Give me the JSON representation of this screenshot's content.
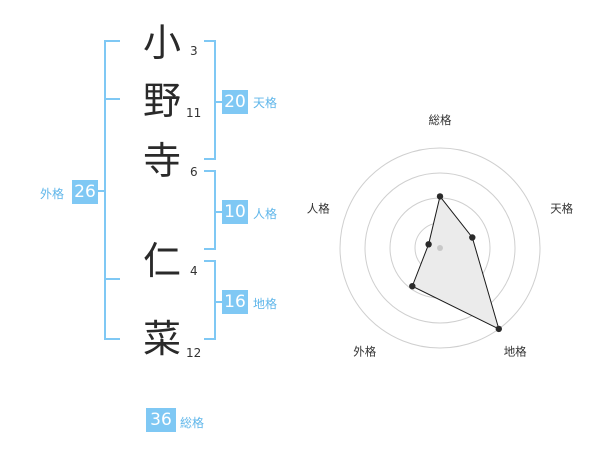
{
  "name": {
    "chars": [
      {
        "char": "小",
        "strokes": "3"
      },
      {
        "char": "野",
        "strokes": "11"
      },
      {
        "char": "寺",
        "strokes": "6"
      },
      {
        "char": "仁",
        "strokes": "4"
      },
      {
        "char": "菜",
        "strokes": "12"
      }
    ]
  },
  "fortune": {
    "tenkaku": {
      "value": "20",
      "label": "天格"
    },
    "jinkaku": {
      "value": "10",
      "label": "人格"
    },
    "chikaku": {
      "value": "16",
      "label": "地格"
    },
    "gaikaku": {
      "value": "26",
      "label": "外格"
    },
    "soukaku": {
      "value": "36",
      "label": "総格"
    }
  },
  "colors": {
    "accent": "#7fc8f4",
    "accent_text": "#5fb6ea",
    "polygon_fill": "#ebebeb",
    "ring": "#cfcfcf"
  },
  "chart_data": {
    "type": "radar",
    "axes": [
      "総格",
      "天格",
      "地格",
      "外格",
      "人格"
    ],
    "values": [
      0.45,
      0.25,
      1.0,
      0.4,
      0.0
    ],
    "rings": 4,
    "range": [
      0,
      1
    ]
  }
}
